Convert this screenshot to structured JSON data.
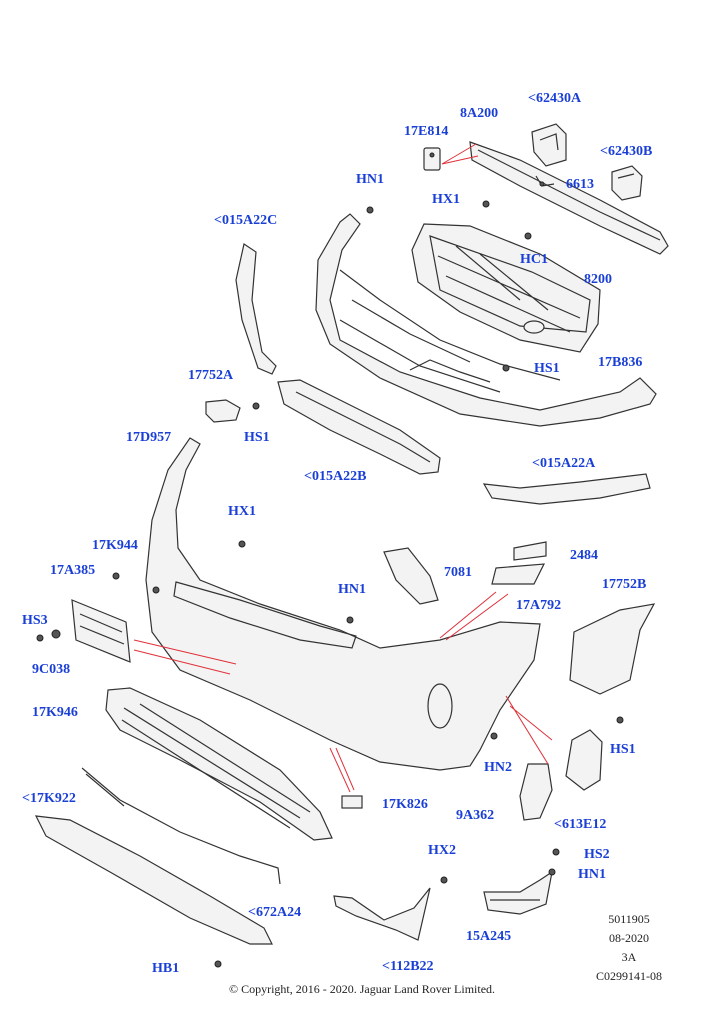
{
  "callouts": [
    {
      "id": "62430A",
      "text": "<62430A"
    },
    {
      "id": "8A200",
      "text": "8A200"
    },
    {
      "id": "17E814",
      "text": "17E814"
    },
    {
      "id": "62430B",
      "text": "<62430B"
    },
    {
      "id": "6613",
      "text": "6613"
    },
    {
      "id": "HN1_top",
      "text": "HN1"
    },
    {
      "id": "HX1_top",
      "text": "HX1"
    },
    {
      "id": "HC1",
      "text": "HC1"
    },
    {
      "id": "8200",
      "text": "8200"
    },
    {
      "id": "015A22C",
      "text": "<015A22C"
    },
    {
      "id": "HS1_mid",
      "text": "HS1"
    },
    {
      "id": "17B836",
      "text": "17B836"
    },
    {
      "id": "17752A",
      "text": "17752A"
    },
    {
      "id": "HS1_left",
      "text": "HS1"
    },
    {
      "id": "17D957",
      "text": "17D957"
    },
    {
      "id": "015A22B",
      "text": "<015A22B"
    },
    {
      "id": "015A22A",
      "text": "<015A22A"
    },
    {
      "id": "HX1_mid",
      "text": "HX1"
    },
    {
      "id": "17K944",
      "text": "17K944"
    },
    {
      "id": "17A385",
      "text": "17A385"
    },
    {
      "id": "2484",
      "text": "2484"
    },
    {
      "id": "7081",
      "text": "7081"
    },
    {
      "id": "17752B",
      "text": "17752B"
    },
    {
      "id": "HN1_mid",
      "text": "HN1"
    },
    {
      "id": "17A792",
      "text": "17A792"
    },
    {
      "id": "HS3",
      "text": "HS3"
    },
    {
      "id": "9C038",
      "text": "9C038"
    },
    {
      "id": "17K946",
      "text": "17K946"
    },
    {
      "id": "HS1_right",
      "text": "HS1"
    },
    {
      "id": "HN2",
      "text": "HN2"
    },
    {
      "id": "17K922",
      "text": "<17K922"
    },
    {
      "id": "17K826",
      "text": "17K826"
    },
    {
      "id": "9A362",
      "text": "9A362"
    },
    {
      "id": "613E12",
      "text": "<613E12"
    },
    {
      "id": "HX2",
      "text": "HX2"
    },
    {
      "id": "HS2",
      "text": "HS2"
    },
    {
      "id": "HN1_bot",
      "text": "HN1"
    },
    {
      "id": "672A24",
      "text": "<672A24"
    },
    {
      "id": "15A245",
      "text": "15A245"
    },
    {
      "id": "112B22",
      "text": "<112B22"
    },
    {
      "id": "HB1",
      "text": "HB1"
    }
  ],
  "meta": {
    "line1": "5011905",
    "line2": "08-2020",
    "line3": "3A",
    "line4": "C0299141-08"
  },
  "copyright": "© Copyright, 2016 - 2020. Jaguar Land Rover Limited.",
  "colors": {
    "label": "#1a3fd6",
    "leader": "#e0303a"
  }
}
